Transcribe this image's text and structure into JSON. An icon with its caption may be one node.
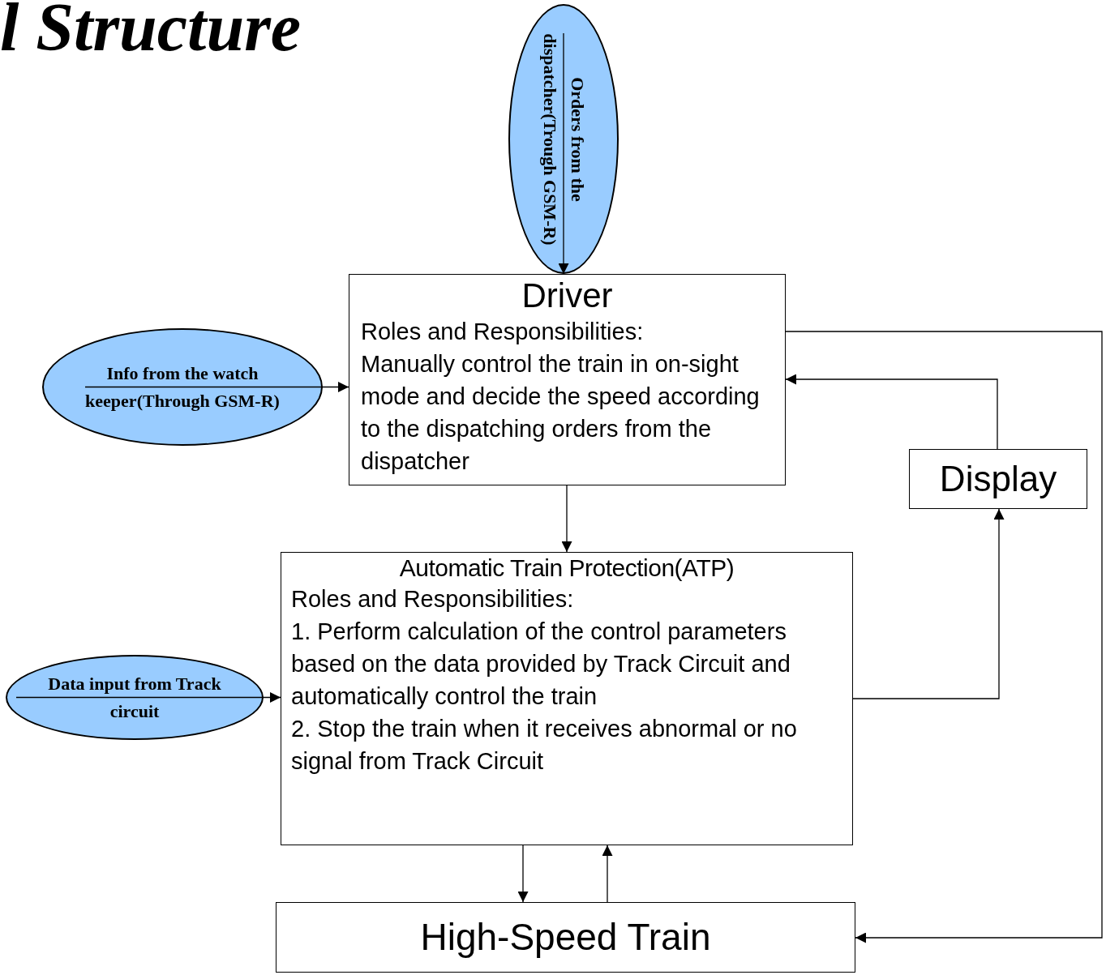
{
  "diagram": {
    "title": "l Structure",
    "nodes": [
      {
        "text": [
          "Orders from the dispatcher(Trough GSM-R)"
        ]
      },
      {
        "text": [
          "Info from the watch keeper(Through GSM-R)"
        ]
      },
      {
        "text": [
          "Driver",
          "Roles and Responsibilities:",
          "Manually control the train in on-sight mode and decide the speed according to the dispatching orders from the  dispatcher"
        ]
      },
      {
        "text": [
          "Display"
        ]
      },
      {
        "text": [
          "Data input  from Track circuit"
        ]
      },
      {
        "text": [
          "Automatic Train Protection(ATP)",
          "Roles and Responsibilities:",
          "1. Perform calculation of the control parameters based on the data provided by Track Circuit and automatically control the train",
          "2. Stop the train when it receives abnormal or no signal from Track Circuit"
        ]
      },
      {
        "text": [
          "High-Speed Train"
        ]
      }
    ],
    "edges": [
      {
        "from": 0,
        "to": 2,
        "arrow": "to"
      },
      {
        "from": 1,
        "to": 2,
        "arrow": "to"
      },
      {
        "from": 2,
        "to": 6,
        "arrow": "to"
      },
      {
        "from": 3,
        "to": 2,
        "arrow": "to"
      },
      {
        "from": 2,
        "to": 5,
        "arrow": "to"
      },
      {
        "from": 4,
        "to": 5,
        "arrow": "to"
      },
      {
        "from": 5,
        "to": 3,
        "arrow": "to"
      },
      {
        "from": 5,
        "to": 6,
        "arrow": "to"
      },
      {
        "from": 6,
        "to": 5,
        "arrow": "to"
      }
    ]
  }
}
